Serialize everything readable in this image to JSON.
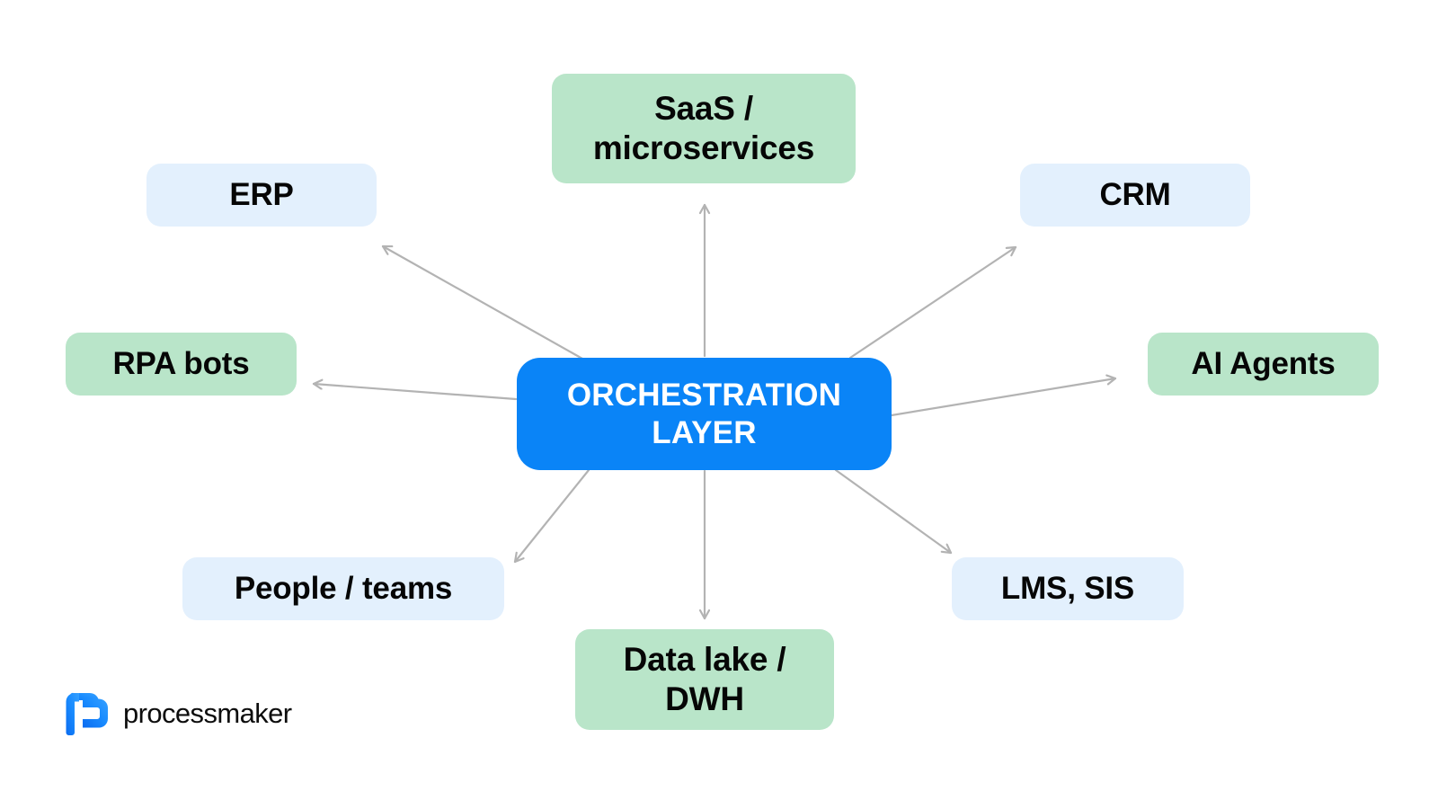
{
  "diagram": {
    "title": "Orchestration Layer hub-and-spoke diagram",
    "background": "#ffffff",
    "colors": {
      "center_fill": "#0a84f7",
      "center_text": "#ffffff",
      "green_fill": "#b9e5c9",
      "blue_fill": "#e3f0fd",
      "node_text": "#060606",
      "arrow": "#b3b3b3",
      "logo_blue": "#1a8cff",
      "logo_word": "#0d0d0d"
    },
    "center": {
      "id": "orchestration-layer",
      "line1": "ORCHESTRATION",
      "line2": "LAYER",
      "text": "ORCHESTRATION LAYER",
      "fill": "green-none"
    },
    "nodes": [
      {
        "id": "saas",
        "label": "SaaS / microservices",
        "line1": "SaaS /",
        "line2": "microservices",
        "fill": "green",
        "position": "top-center"
      },
      {
        "id": "erp",
        "label": "ERP",
        "line1": "ERP",
        "line2": "",
        "fill": "blue",
        "position": "top-left"
      },
      {
        "id": "crm",
        "label": "CRM",
        "line1": "CRM",
        "line2": "",
        "fill": "blue",
        "position": "top-right"
      },
      {
        "id": "rpa",
        "label": "RPA bots",
        "line1": "RPA bots",
        "line2": "",
        "fill": "green",
        "position": "middle-left"
      },
      {
        "id": "ai",
        "label": "AI Agents",
        "line1": "AI Agents",
        "line2": "",
        "fill": "green",
        "position": "middle-right"
      },
      {
        "id": "people",
        "label": "People / teams",
        "line1": "People / teams",
        "line2": "",
        "fill": "blue",
        "position": "bottom-left"
      },
      {
        "id": "lms",
        "label": "LMS, SIS",
        "line1": "LMS, SIS",
        "line2": "",
        "fill": "blue",
        "position": "bottom-right"
      },
      {
        "id": "datalake",
        "label": "Data lake / DWH",
        "line1": "Data lake /",
        "line2": "DWH",
        "fill": "green",
        "position": "bottom-center"
      }
    ],
    "connections": [
      {
        "from": "orchestration-layer",
        "to": "saas",
        "direction": "outward",
        "arrowhead": "open-v"
      },
      {
        "from": "orchestration-layer",
        "to": "erp",
        "direction": "outward",
        "arrowhead": "open-v"
      },
      {
        "from": "orchestration-layer",
        "to": "crm",
        "direction": "outward",
        "arrowhead": "open-v"
      },
      {
        "from": "orchestration-layer",
        "to": "rpa",
        "direction": "outward",
        "arrowhead": "open-v"
      },
      {
        "from": "orchestration-layer",
        "to": "ai",
        "direction": "outward",
        "arrowhead": "open-v"
      },
      {
        "from": "orchestration-layer",
        "to": "people",
        "direction": "outward",
        "arrowhead": "open-v"
      },
      {
        "from": "orchestration-layer",
        "to": "lms",
        "direction": "outward",
        "arrowhead": "open-v"
      },
      {
        "from": "orchestration-layer",
        "to": "datalake",
        "direction": "outward",
        "arrowhead": "open-v"
      }
    ]
  },
  "branding": {
    "logo_wordmark": "processmaker",
    "logo_mark_name": "processmaker-p-logo"
  }
}
